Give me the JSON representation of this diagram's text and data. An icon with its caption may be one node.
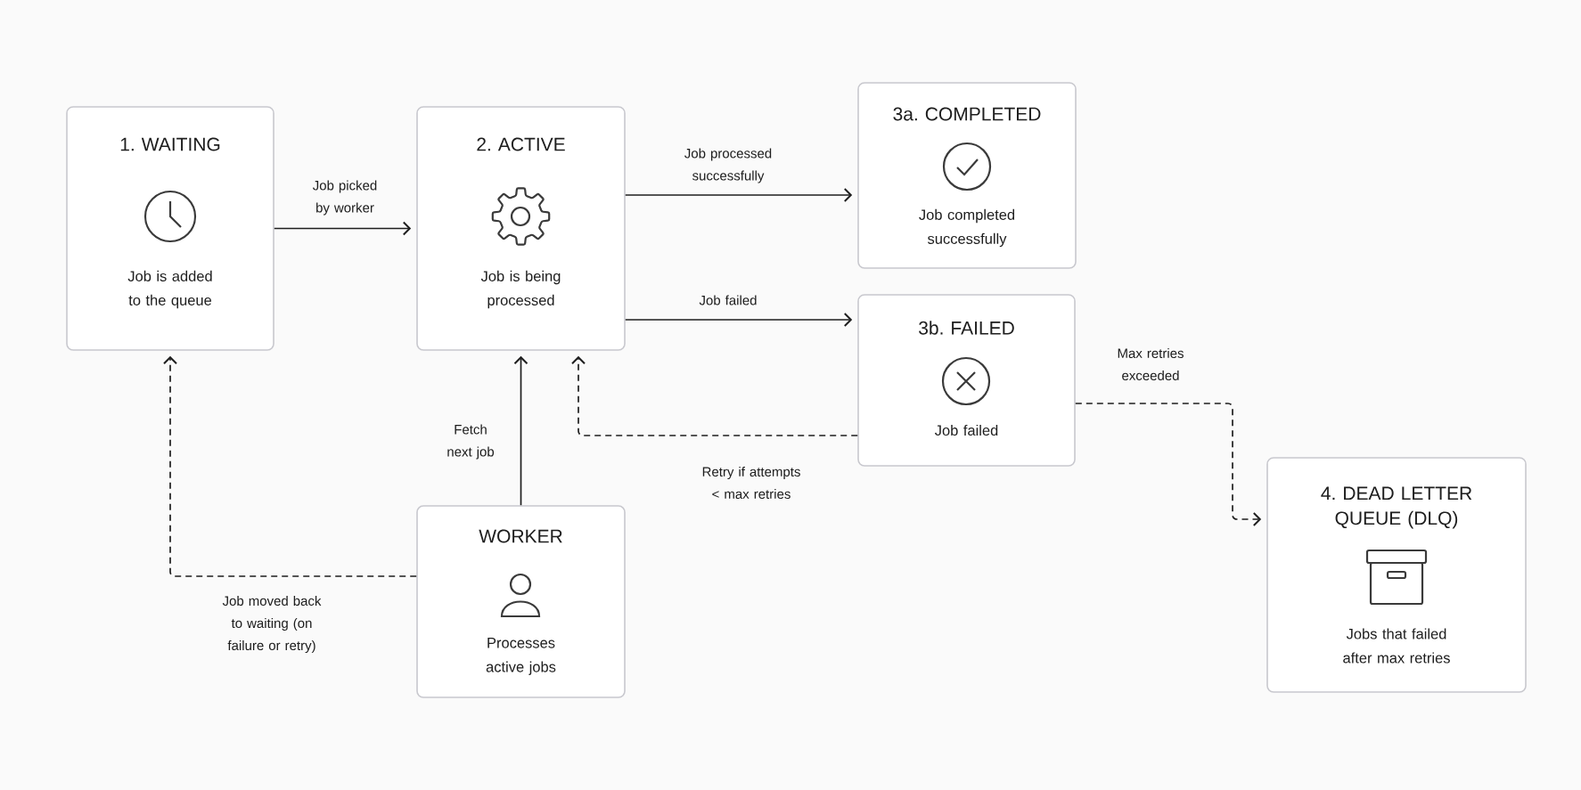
{
  "diagram": {
    "nodes": [
      {
        "text": [
          "1. WAITING",
          "Job is added to the queue"
        ]
      },
      {
        "text": [
          "2. ACTIVE",
          "Job is being processed"
        ]
      },
      {
        "text": [
          "3a. COMPLETED",
          "Job completed successfully"
        ]
      },
      {
        "text": [
          "3b. FAILED",
          "Job failed"
        ]
      },
      {
        "text": [
          "WORKER",
          "Processes active jobs"
        ]
      },
      {
        "text": [
          "4. DEAD LETTER QUEUE (DLQ)",
          "Jobs that failed after max retries"
        ]
      }
    ],
    "edges": [
      {
        "from": 0,
        "to": 1,
        "arrow": "to",
        "label": "Job picked by worker"
      },
      {
        "from": 1,
        "to": 2,
        "arrow": "to",
        "label": "Job processed successfully"
      },
      {
        "from": 1,
        "to": 3,
        "arrow": "to",
        "label": "Job failed"
      },
      {
        "from": 3,
        "to": 1,
        "arrow": "to",
        "label": "Retry if attempts < max retries",
        "style": "dashed"
      },
      {
        "from": 4,
        "to": 1,
        "arrow": "to",
        "label": "Fetch next job"
      },
      {
        "from": 4,
        "to": 0,
        "arrow": "to",
        "label": "Job moved back to waiting (on failure or retry)",
        "style": "dashed"
      },
      {
        "from": 3,
        "to": 5,
        "arrow": "to",
        "label": "Max retries exceeded",
        "style": "dashed"
      }
    ]
  }
}
